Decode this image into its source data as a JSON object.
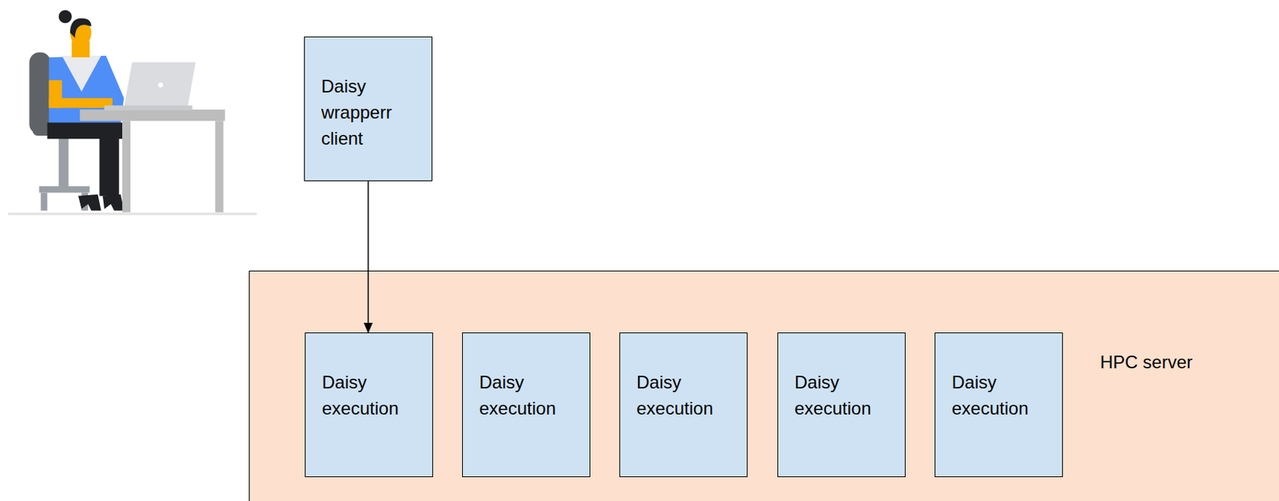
{
  "diagram": {
    "nodes": [
      {
        "text": [
          "Daisy wrapperr client"
        ]
      },
      {
        "text": [
          "HPC server"
        ]
      },
      {
        "text": [
          "Daisy execution"
        ],
        "in": 1
      },
      {
        "text": [
          "Daisy execution"
        ],
        "in": 1
      },
      {
        "text": [
          "Daisy execution"
        ],
        "in": 1
      },
      {
        "text": [
          "Daisy execution"
        ],
        "in": 1
      },
      {
        "text": [
          "Daisy execution"
        ],
        "in": 1
      }
    ],
    "edges": [
      {
        "from": 0,
        "to": 2,
        "arrow": "to"
      }
    ]
  }
}
